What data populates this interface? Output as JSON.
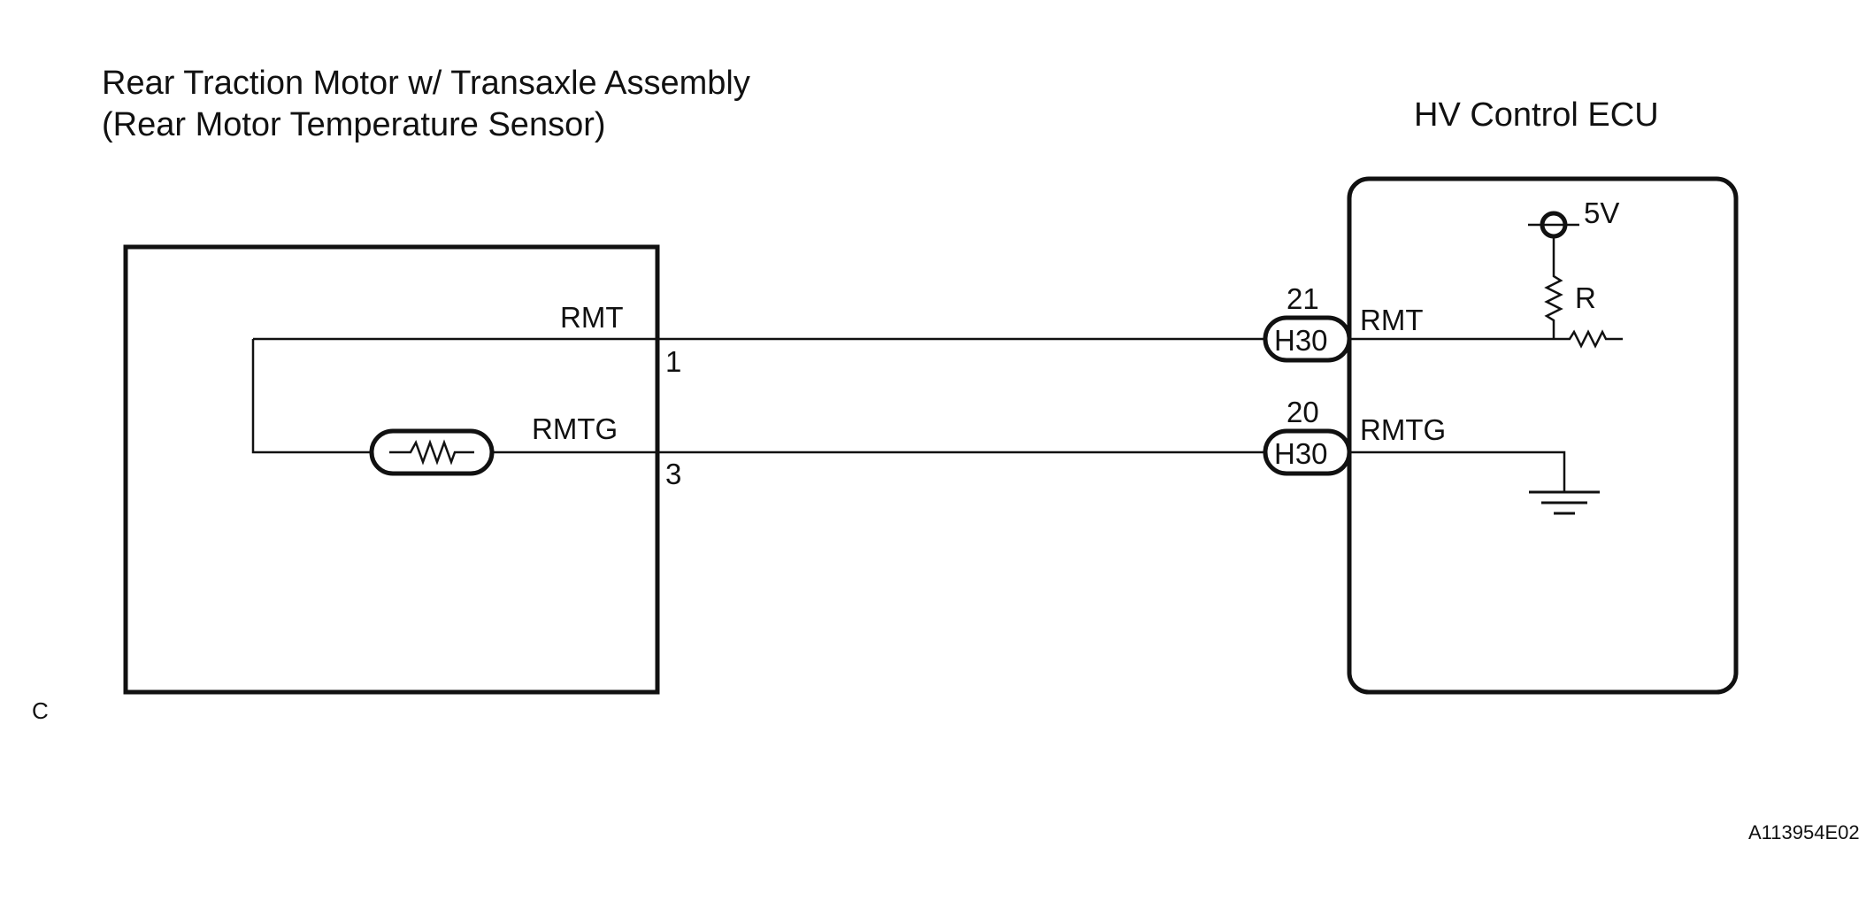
{
  "left_component": {
    "title_line1": "Rear Traction Motor w/ Transaxle Assembly",
    "title_line2": "(Rear Motor Temperature Sensor)",
    "signal_top": "RMT",
    "signal_bottom": "RMTG",
    "pin_top": "1",
    "pin_bottom": "3",
    "sensor_icon": "thermistor-icon"
  },
  "right_component": {
    "title": "HV Control ECU",
    "supply_voltage": "5V",
    "resistor_label": "R",
    "signal_top": "RMT",
    "signal_bottom": "RMTG",
    "ground_icon": "ground-icon"
  },
  "connectors": [
    {
      "pin": "21",
      "name": "H30"
    },
    {
      "pin": "20",
      "name": "H30"
    }
  ],
  "corner_mark": "C",
  "figure_id": "A113954E02"
}
